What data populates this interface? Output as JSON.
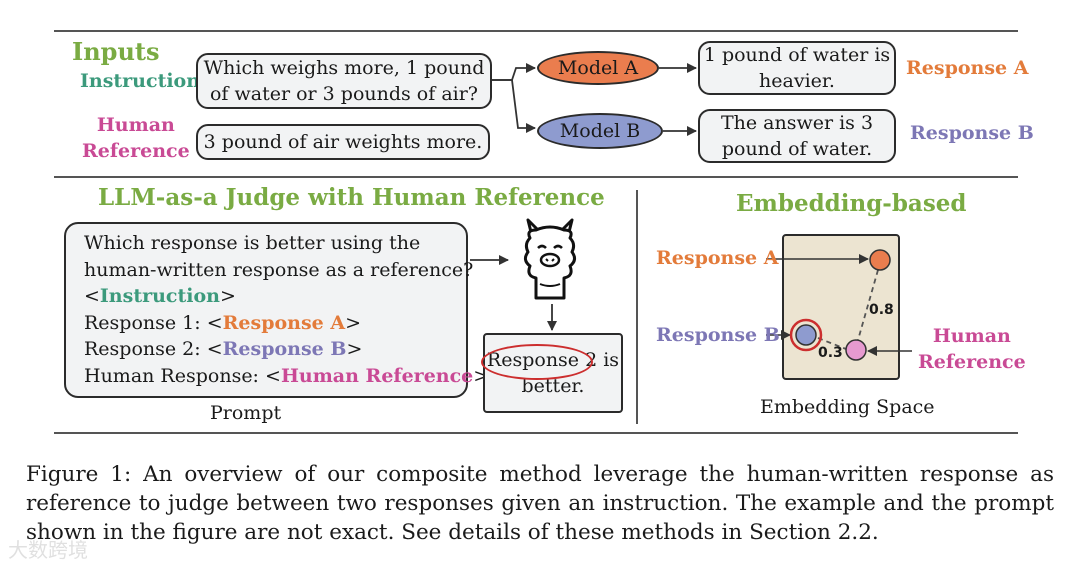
{
  "inputs": {
    "title": "Inputs",
    "instruction_label": "Instruction",
    "instruction_text": "Which weighs more, 1 pound of water or 3 pounds of air?",
    "human_label_line1": "Human",
    "human_label_line2": "Reference",
    "human_text": "3 pound of air weights more.",
    "model_a": "Model A",
    "model_b": "Model B",
    "response_a_text": "1 pound of water is heavier.",
    "response_b_text": "The answer is 3 pound of water.",
    "response_a_label": "Response A",
    "response_b_label": "Response B"
  },
  "judge": {
    "title": "LLM-as-a Judge with Human Reference",
    "line1": "Which response is better using the",
    "line2": "human-written response as a reference?",
    "instruction_tag": "Instruction",
    "response1_prefix": "Response 1: ",
    "response1_tag": "Response A",
    "response2_prefix": "Response 2: ",
    "response2_tag": "Response B",
    "human_prefix": "Human Response: ",
    "human_tag": "Human Reference",
    "prompt_caption": "Prompt",
    "verdict_highlight": "Response 2",
    "verdict_rest_1": " is",
    "verdict_rest_2": "better."
  },
  "embedding": {
    "title": "Embedding-based",
    "response_a_label": "Response A",
    "response_b_label": "Response B",
    "human_label_line1": "Human",
    "human_label_line2": "Reference",
    "dist_a": "0.8",
    "dist_b": "0.3",
    "space_caption": "Embedding Space"
  },
  "caption": "Figure 1: An overview of our composite method leverage the human-written response as reference to judge between two responses given an instruction. The example and the prompt shown in the figure are not exact. See details of these methods in Section 2.2.",
  "watermark": "大数跨境",
  "colors": {
    "green_title": "#7aab43",
    "instruction": "#3c9a7c",
    "human": "#c94a95",
    "response_a": "#e37b3a",
    "response_b": "#7d77b5",
    "embed_bg": "#ece4d1"
  }
}
